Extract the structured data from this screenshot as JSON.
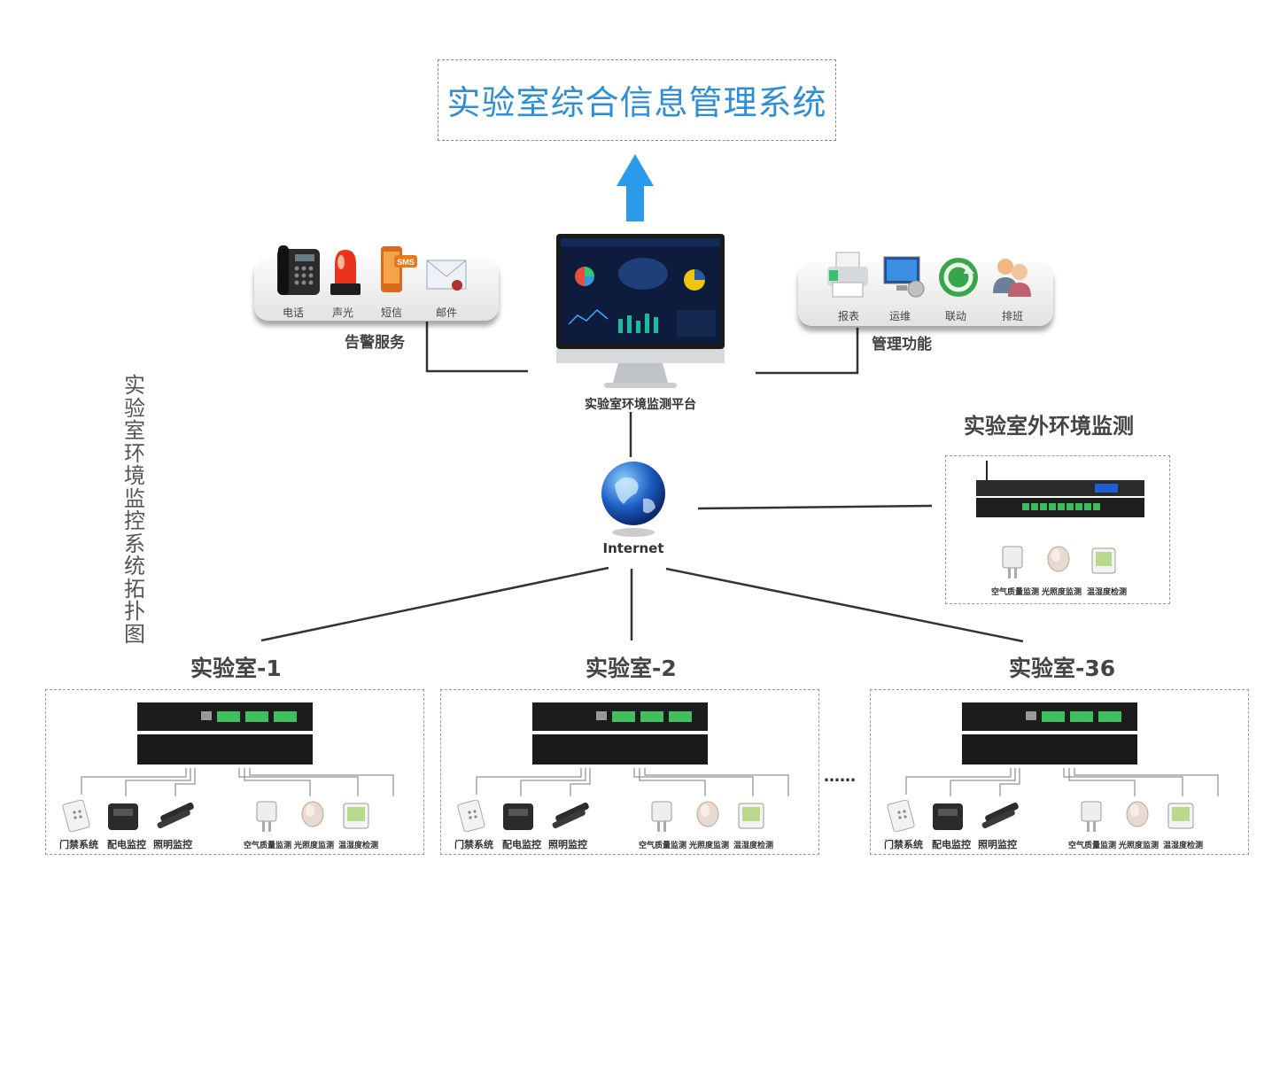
{
  "title": "实验室综合信息管理系统",
  "side_title": "实验室环境监控系统拓扑图",
  "alarm": {
    "group_label": "告警服务",
    "items": [
      "电话",
      "声光",
      "短信",
      "邮件"
    ],
    "sms_badge": "SMS"
  },
  "management": {
    "group_label": "管理功能",
    "items": [
      "报表",
      "运维",
      "联动",
      "排班"
    ]
  },
  "platform_label": "实验室环境监测平台",
  "internet_label": "Internet",
  "outdoor": {
    "title": "实验室外环境监测",
    "sensors": [
      "空气质量监测",
      "光照度监测",
      "温湿度检测"
    ]
  },
  "labs": [
    {
      "title": "实验室-1",
      "devices": [
        "门禁系统",
        "配电监控",
        "照明监控"
      ],
      "sensors": [
        "空气质量监测",
        "光照度监测",
        "温湿度检测"
      ]
    },
    {
      "title": "实验室-2",
      "devices": [
        "门禁系统",
        "配电监控",
        "照明监控"
      ],
      "sensors": [
        "空气质量监测",
        "光照度监测",
        "温湿度检测"
      ]
    },
    {
      "title": "实验室-36",
      "devices": [
        "门禁系统",
        "配电监控",
        "照明监控"
      ],
      "sensors": [
        "空气质量监测",
        "光照度监测",
        "温湿度检测"
      ]
    }
  ],
  "ellipsis": "……",
  "colors": {
    "title_blue": "#2e8fd6",
    "arrow_blue": "#2a9bea",
    "screen_dark": "#0d1b3d"
  }
}
